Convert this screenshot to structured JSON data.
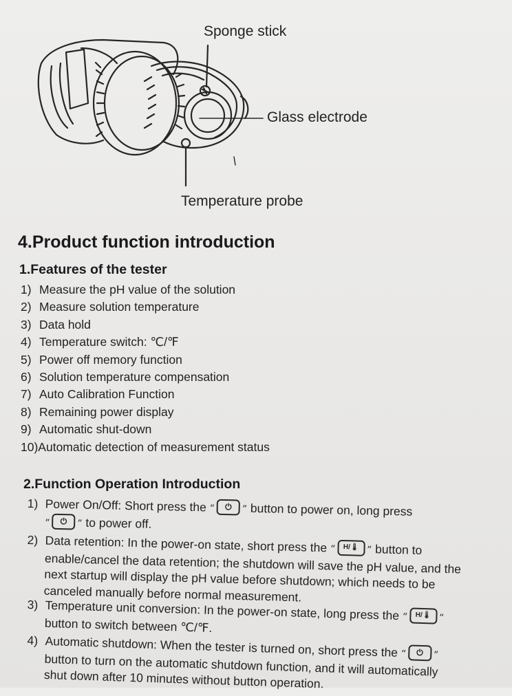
{
  "diagram": {
    "labels": {
      "sponge_stick": "Sponge stick",
      "glass_electrode": "Glass electrode",
      "temperature_probe": "Temperature probe"
    }
  },
  "section": {
    "title": "4.Product function introduction",
    "features": {
      "heading": "1.Features of the tester",
      "items": [
        {
          "num": "1)",
          "text": "Measure the pH value of the solution"
        },
        {
          "num": "2)",
          "text": "Measure solution temperature"
        },
        {
          "num": "3)",
          "text": "Data hold"
        },
        {
          "num": "4)",
          "text": "Temperature switch: ℃/℉"
        },
        {
          "num": "5)",
          "text": "Power off memory function"
        },
        {
          "num": "6)",
          "text": "Solution temperature compensation"
        },
        {
          "num": "7)",
          "text": "Auto Calibration Function"
        },
        {
          "num": "8)",
          "text": "Remaining power display"
        },
        {
          "num": "9)",
          "text": "Automatic shut-down"
        },
        {
          "num": "10)",
          "text": "Automatic detection of measurement status"
        }
      ]
    },
    "operation": {
      "heading": "2.Function Operation Introduction",
      "open_quote": "“",
      "close_quote": "”",
      "power_icon": "⏻",
      "hold_icon": "H/🌡",
      "items": [
        {
          "num": "1)",
          "l1_pre": "Power On/Off: Short press the",
          "l1_post": "button to power on, long press",
          "l2_post": "to power off."
        },
        {
          "num": "2)",
          "l1_pre": "Data retention: In the power-on state, short press the",
          "l1_post": "button to",
          "l2": "enable/cancel the data retention; the shutdown will save the pH value, and the",
          "l3": "next startup will display the pH value before shutdown; which needs to be",
          "l4": "canceled manually before normal measurement."
        },
        {
          "num": "3)",
          "l1_pre": "Temperature unit conversion: In the power-on state, long press the",
          "l2": "button to switch between ℃/℉."
        },
        {
          "num": "4)",
          "l1_pre": "Automatic shutdown: When the tester is turned on, short press the",
          "l2": "button to turn on the automatic shutdown function, and it will automatically",
          "l3": "shut down after 10 minutes without button operation."
        }
      ]
    }
  }
}
